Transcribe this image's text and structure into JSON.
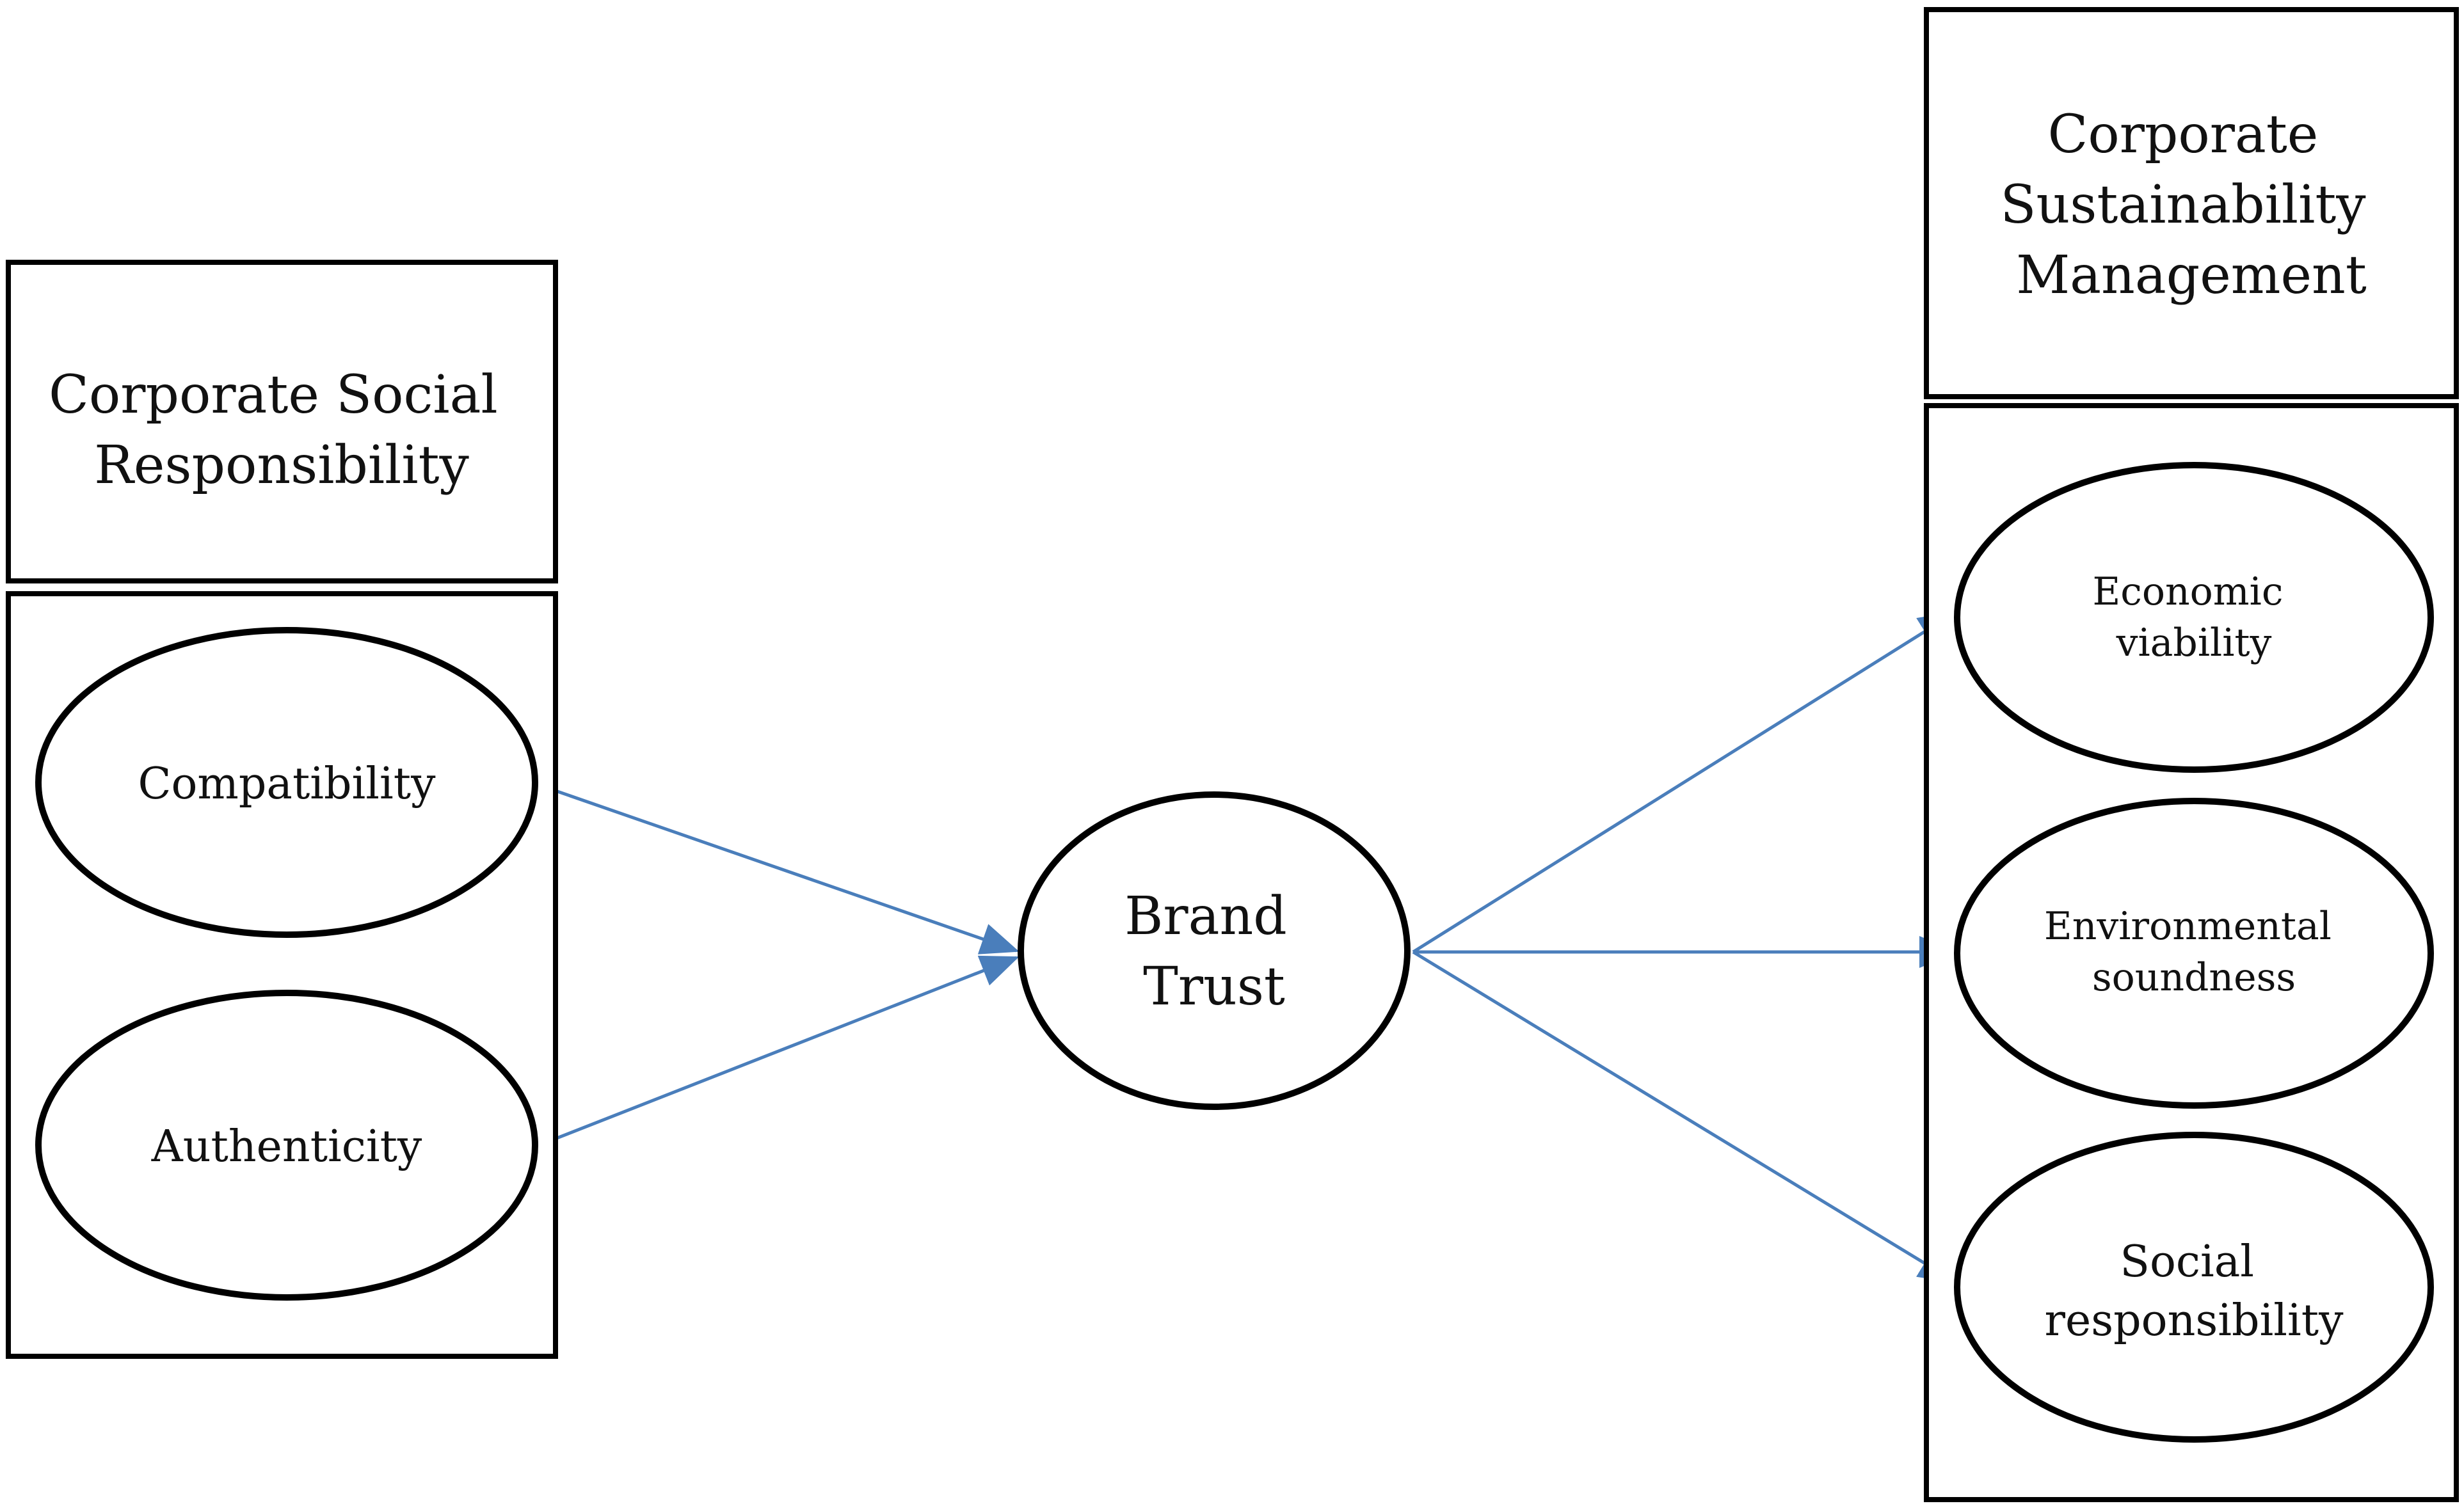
{
  "left_group": {
    "title_lines": [
      "Corporate Social",
      "Responsibility"
    ],
    "items": [
      {
        "lines": [
          "Compatibility"
        ]
      },
      {
        "lines": [
          "Authenticity"
        ]
      }
    ]
  },
  "center": {
    "lines": [
      "Brand",
      "Trust"
    ]
  },
  "right_group": {
    "title_lines": [
      "Corporate",
      "Sustainability",
      "Management"
    ],
    "items": [
      {
        "lines": [
          "Economic",
          "viability"
        ]
      },
      {
        "lines": [
          "Environmental",
          "soundness"
        ]
      },
      {
        "lines": [
          "Social",
          "responsibility"
        ]
      }
    ]
  },
  "colors": {
    "arrow": "#4a7ebb",
    "stroke": "#000000"
  }
}
